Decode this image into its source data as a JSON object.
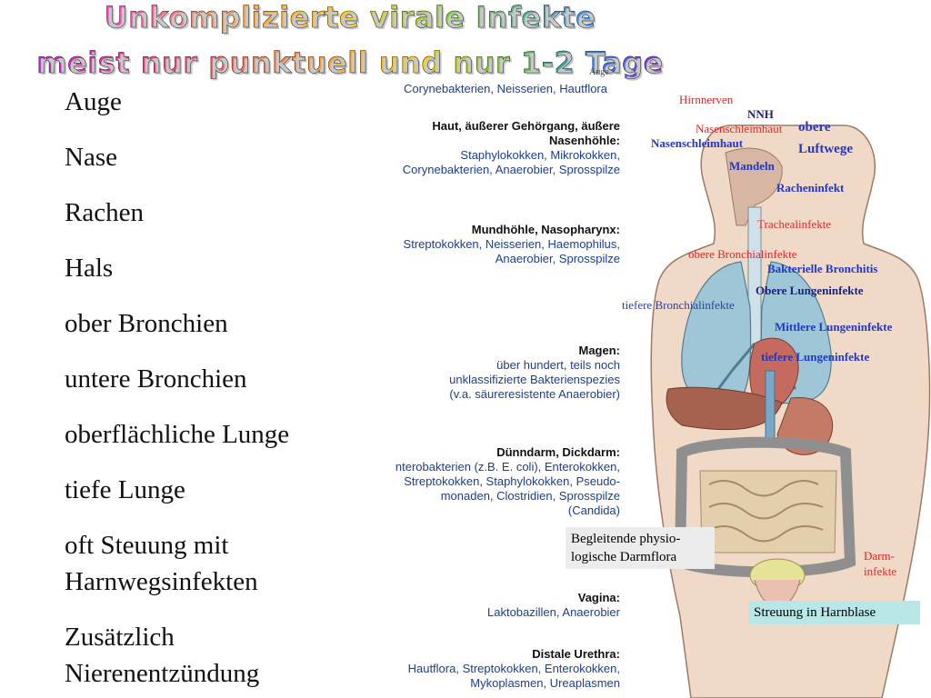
{
  "title": {
    "line1": "Unkomplizierte virale Infekte",
    "line2": "meist nur punktuell und nur 1-2 Tage"
  },
  "left_list": [
    "Auge",
    "Nase",
    "Rachen",
    "Hals",
    "ober Bronchien",
    "untere Bronchien",
    "oberflächliche Lunge",
    "tiefe Lunge",
    "oft Steuung mit Harnwegsinfekten",
    "Zusätzlich Nierenentzündung"
  ],
  "figure": {
    "auge_small": "Auge",
    "blocks": [
      {
        "head": "",
        "text": "Corynebakterien, Neisserien, Hautflora"
      },
      {
        "head": "Haut, äußerer Gehörgang, äußere Nasenhöhle:",
        "text": "Staphylokokken, Mikrokokken, Corynebakterien, Anaerobier, Sprosspilze"
      },
      {
        "head": "Mundhöhle, Nasopharynx:",
        "text": "Streptokokken, Neisserien, Haemophilus, Anaerobier, Sprosspilze"
      },
      {
        "head": "Magen:",
        "text": "über hundert, teils noch unklassifizierte Bakterienspezies (v.a. säureresistente Anaerobier)"
      },
      {
        "head": "Dünndarm, Dickdarm:",
        "text": "nterobakterien (z.B. E. coli), Enterokokken, Streptokokken, Staphylokokken, Pseudo- monaden, Clostridien, Sprosspilze (Candida)"
      },
      {
        "head": "Vagina:",
        "text": "Laktobazillen, Anaerobier"
      },
      {
        "head": "Distale Urethra:",
        "text": "Hautflora, Streptokokken, Enterokokken, Mykoplasmen, Ureaplasmen"
      }
    ],
    "labels": {
      "hirnnerven": "Hirnnerven",
      "nnh": "NNH",
      "nasenschleimhaut_red": "Nasenschleimhaut",
      "obere": "obere",
      "luftwege": "Luftwege",
      "nasenschleimhaut_blue": "Nasenschleimhaut",
      "mandeln": "Mandeln",
      "racheninfekt": "Racheninfekt",
      "trachealinfekte": "Trachealinfekte",
      "obere_bronchialinfekte": "obere Bronchialinfekte",
      "bakterielle_bronchitis": "Bakterielle Bronchitis",
      "obere_lungeninfekte": "Obere Lungeninfekte",
      "tiefere_bronchialinfekte": "tiefere Bronchialinfekte",
      "mittlere_lungeninfekte": "Mittlere Lungeninfekte",
      "tiefere_lungeninfekte": "tiefere Lungeninfekte",
      "begleitende": "Begleitende physio- logische Darmflora",
      "darm": "Darm-",
      "infekte": "infekte",
      "streuung": "Streuung in Harnblase"
    }
  },
  "colors": {
    "skin": "#f1d9c7",
    "lung": "#9ec6d6",
    "liver": "#a7624f",
    "intestine": "#e3cfae",
    "colon": "#8f8f8f",
    "red_label": "#e0262a",
    "blue_label": "#2138c7",
    "green_box": "#b9e6e6"
  }
}
